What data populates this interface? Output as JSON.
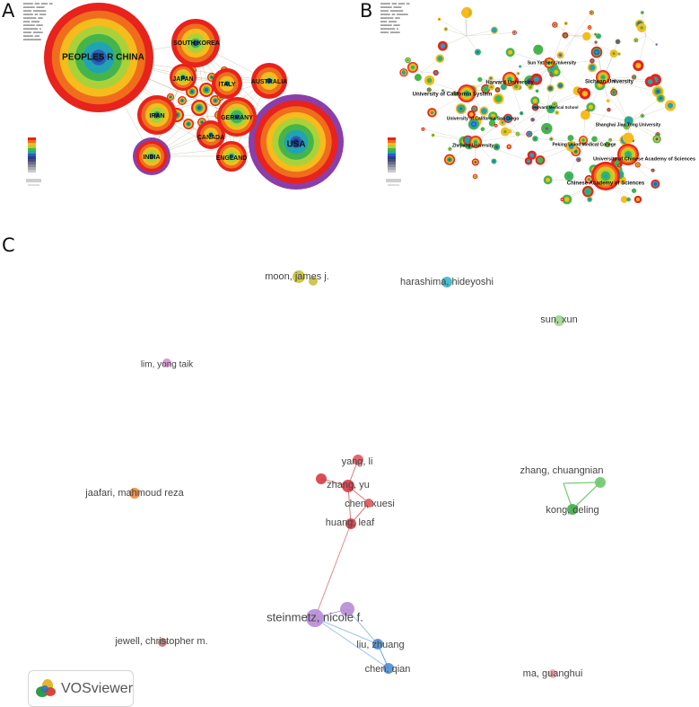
{
  "panels": {
    "a": {
      "letter": "A",
      "nodes": [
        {
          "label": "PEOPLES R CHINA",
          "rings": [
            "#e8221c",
            "#ef6d1d",
            "#f6bb1c",
            "#a9d23a",
            "#45b54b",
            "#21a3b4",
            "#2d5eb7"
          ]
        },
        {
          "label": "USA",
          "rings": [
            "#8a3fa8",
            "#e8221c",
            "#ef6d1d",
            "#f6bb1c",
            "#a9d23a",
            "#45b54b",
            "#21a3b4",
            "#2d5eb7"
          ]
        },
        {
          "label": "SOUTH KOREA",
          "rings": [
            "#e8221c",
            "#ef6d1d",
            "#f6bb1c",
            "#a9d23a",
            "#45b54b"
          ]
        },
        {
          "label": "JAPAN",
          "rings": [
            "#e8221c",
            "#ef6d1d",
            "#f6bb1c",
            "#a9d23a",
            "#45b54b"
          ]
        },
        {
          "label": "AUSTRALIA",
          "rings": [
            "#e8221c",
            "#ef6d1d",
            "#f6bb1c",
            "#a9d23a"
          ]
        },
        {
          "label": "ITALY",
          "rings": [
            "#e8221c",
            "#ef6d1d",
            "#f6bb1c",
            "#a9d23a"
          ]
        },
        {
          "label": "IRAN",
          "rings": [
            "#e8221c",
            "#ef6d1d",
            "#f6bb1c",
            "#a9d23a",
            "#45b54b"
          ]
        },
        {
          "label": "GERMANY",
          "rings": [
            "#e8221c",
            "#ef6d1d",
            "#f6bb1c",
            "#a9d23a",
            "#45b54b",
            "#21a3b4"
          ]
        },
        {
          "label": "CANADA",
          "rings": [
            "#e8221c",
            "#ef6d1d",
            "#f6bb1c",
            "#a9d23a"
          ]
        },
        {
          "label": "INDIA",
          "rings": [
            "#8a3fa8",
            "#e8221c",
            "#ef6d1d",
            "#f6bb1c",
            "#a9d23a",
            "#45b54b"
          ]
        },
        {
          "label": "ENGLAND",
          "rings": [
            "#e8221c",
            "#ef6d1d",
            "#f6bb1c",
            "#a9d23a",
            "#45b54b"
          ]
        }
      ]
    },
    "b": {
      "letter": "B",
      "labels": [
        "Sun Yat Sen University",
        "Harvard University",
        "Sichuan University",
        "University of California System",
        "Harvard Medical School",
        "University of California San Diego",
        "Shanghai Jiao Tong University",
        "Zhejiang University",
        "Peking Union Medical College",
        "University of Chinese Academy of Sciences",
        "Chinese Academy of Sciences"
      ]
    },
    "c": {
      "letter": "C",
      "logo_text": "VOSviewer",
      "authors": [
        {
          "label": "moon, james j.",
          "color": "#c9c23a"
        },
        {
          "label": "harashima, hideyoshi",
          "color": "#3ab7c9"
        },
        {
          "label": "sun, xun",
          "color": "#9fd68f"
        },
        {
          "label": "lim, yong taik",
          "color": "#d78fd1"
        },
        {
          "label": "yang, li",
          "color": "#e0575c"
        },
        {
          "label": "zhang, yu",
          "color": "#d83a45"
        },
        {
          "label": "chen, xuesi",
          "color": "#e0575c"
        },
        {
          "label": "huang, leaf",
          "color": "#d83a45"
        },
        {
          "label": "zhang, chuangnian",
          "color": "#6bc86b"
        },
        {
          "label": "kong, deling",
          "color": "#3fae4a"
        },
        {
          "label": "jaafari, mahmoud reza",
          "color": "#e98a3a"
        },
        {
          "label": "steinmetz, nicole f.",
          "color": "#b78bd6"
        },
        {
          "label": "jewell, christopher m.",
          "color": "#b5776b"
        },
        {
          "label": "liu, zhuang",
          "color": "#4b8fd6"
        },
        {
          "label": "chen, qian",
          "color": "#4b8fd6"
        },
        {
          "label": "ma, guanghui",
          "color": "#f2a6b2"
        }
      ]
    }
  }
}
